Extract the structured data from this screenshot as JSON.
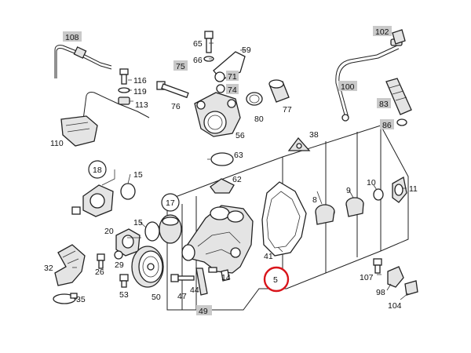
{
  "callouts": {
    "p108": "108",
    "p116": "116",
    "p119": "119",
    "p113": "113",
    "p110": "110",
    "p65": "65",
    "p75": "75",
    "p66": "66",
    "p59": "59",
    "p71": "71",
    "p74": "74",
    "p76": "76",
    "p77": "77",
    "p80": "80",
    "p56": "56",
    "p63": "63",
    "p102": "102",
    "p100": "100",
    "p83": "83",
    "p86": "86",
    "p18": "18",
    "p15a": "15",
    "p62": "62",
    "p38": "38",
    "p17": "17",
    "p15b": "15",
    "p20": "20",
    "p8": "8",
    "p9": "9",
    "p10": "10",
    "p11": "11",
    "p32": "32",
    "p26": "26",
    "p29": "29",
    "p41": "41",
    "p5": "5",
    "p107": "107",
    "p53": "53",
    "p50": "50",
    "p47": "47",
    "p44": "44",
    "p14": "14",
    "p98": "98",
    "p35": "35",
    "p49": "49",
    "p104": "104"
  },
  "highlight": {
    "label": "5",
    "color": "#d9151b"
  },
  "colors": {
    "label_box": "#c9c9c9",
    "line": "#222222"
  }
}
